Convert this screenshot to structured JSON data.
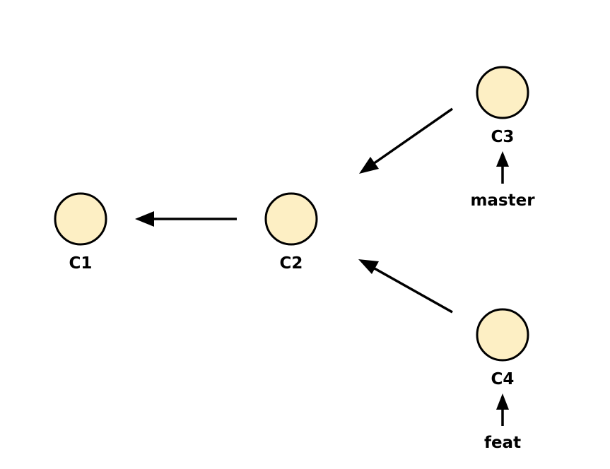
{
  "commits": [
    {
      "id": "c1",
      "label": "C1",
      "fill": "#fdefc4"
    },
    {
      "id": "c2",
      "label": "C2",
      "fill": "#fdefc4"
    },
    {
      "id": "c3",
      "label": "C3",
      "fill": "#fdefc4"
    },
    {
      "id": "c4",
      "label": "C4",
      "fill": "#fdefc4"
    }
  ],
  "branches": [
    {
      "id": "master",
      "label": "master",
      "points_to": "C3"
    },
    {
      "id": "feat",
      "label": "feat",
      "points_to": "C4"
    }
  ],
  "edges": [
    {
      "from": "C2",
      "to": "C1"
    },
    {
      "from": "C3",
      "to": "C2"
    },
    {
      "from": "C4",
      "to": "C2"
    }
  ]
}
